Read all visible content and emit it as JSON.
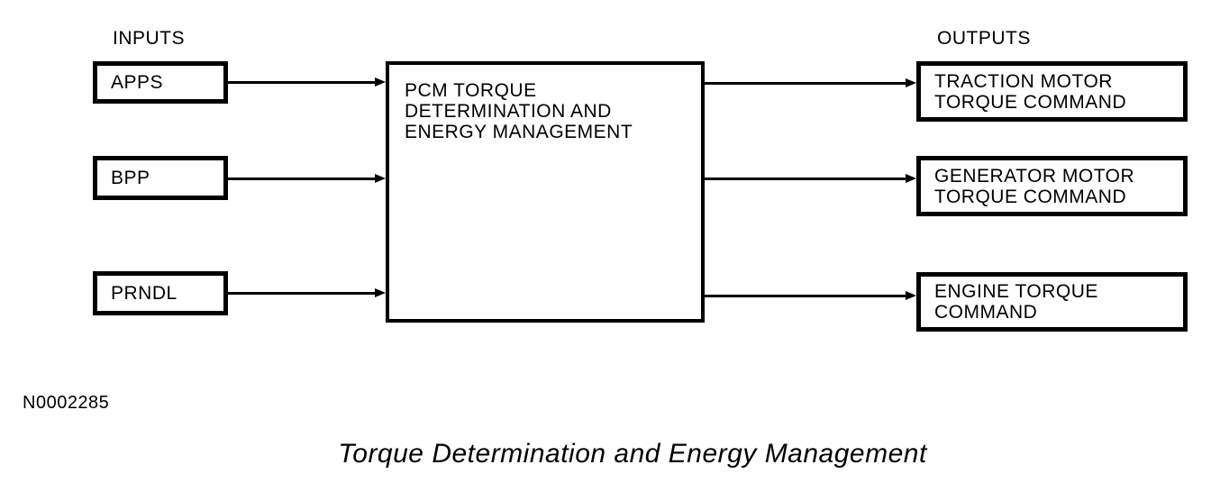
{
  "diagram": {
    "inputs_heading": "INPUTS",
    "outputs_heading": "OUTPUTS",
    "inputs": [
      {
        "label": "APPS"
      },
      {
        "label": "BPP"
      },
      {
        "label": "PRNDL"
      }
    ],
    "process": {
      "label": "PCM TORQUE\nDETERMINATION AND\nENERGY MANAGEMENT"
    },
    "outputs": [
      {
        "label": "TRACTION MOTOR\nTORQUE COMMAND"
      },
      {
        "label": "GENERATOR MOTOR\nTORQUE COMMAND"
      },
      {
        "label": "ENGINE TORQUE\nCOMMAND"
      }
    ],
    "figure_number": "N0002285",
    "caption": "Torque Determination and Energy Management",
    "colors": {
      "line": "#000000",
      "background": "#ffffff"
    }
  }
}
